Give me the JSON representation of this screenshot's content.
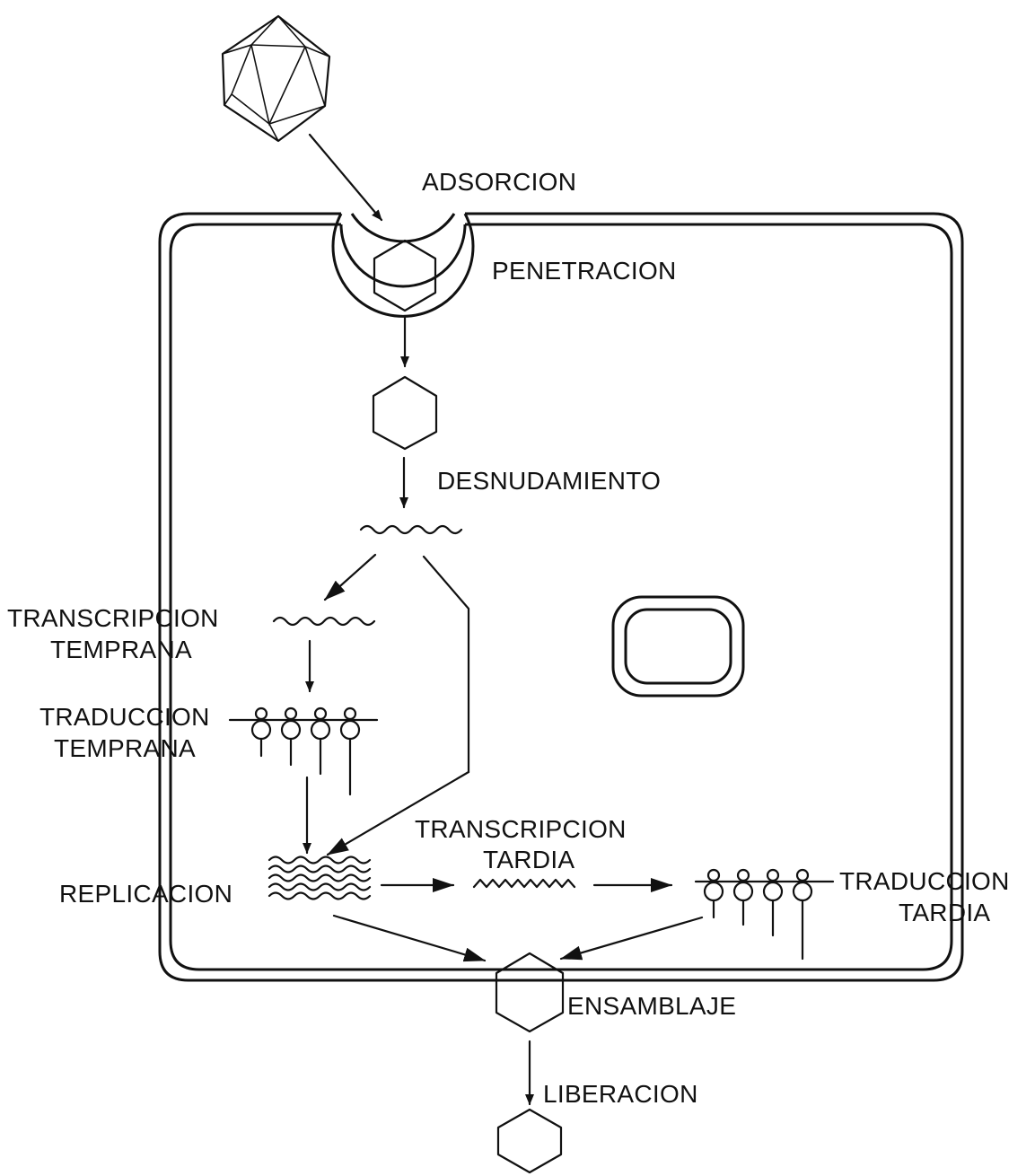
{
  "labels": {
    "adsorcion": "ADSORCION",
    "penetracion": "PENETRACION",
    "desnudamiento": "DESNUDAMIENTO",
    "transcripcion_temprana_1": "TRANSCRIPCION",
    "transcripcion_temprana_2": "TEMPRANA",
    "traduccion_temprana_1": "TRADUCCION",
    "traduccion_temprana_2": "TEMPRANA",
    "replicacion": "REPLICACION",
    "transcripcion_tardia_1": "TRANSCRIPCION",
    "transcripcion_tardia_2": "TARDIA",
    "traduccion_tardia_1": "TRADUCCION",
    "traduccion_tardia_2": "TARDIA",
    "ensamblaje": "ENSAMBLAJE",
    "liberacion": "LIBERACION"
  },
  "colors": {
    "ink": "#111111",
    "background": "#ffffff"
  },
  "icons": [
    "icosahedral-virus-icon",
    "hexagon-capsid-icon",
    "nucleic-acid-wave-icon",
    "ribosome-icon",
    "arrow-icon"
  ]
}
